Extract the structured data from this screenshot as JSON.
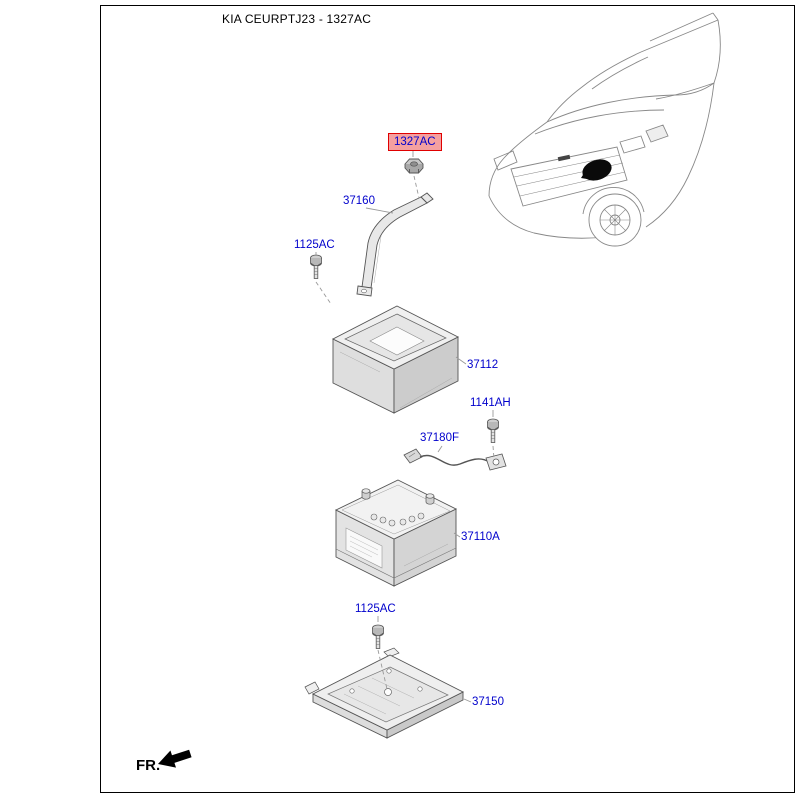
{
  "header": {
    "title": "KIA CEURPTJ23 - 1327AC"
  },
  "footer": {
    "fr_label": "FR."
  },
  "colors": {
    "part_label": "#0000cc",
    "highlight_background": "#f4a0a0",
    "highlight_border": "#e00000",
    "line_art": "#777777",
    "border": "#000000"
  },
  "parts": [
    {
      "code": "1327AC",
      "highlighted": true
    },
    {
      "code": "37160",
      "highlighted": false
    },
    {
      "code": "1125AC",
      "highlighted": false
    },
    {
      "code": "37112",
      "highlighted": false
    },
    {
      "code": "1141AH",
      "highlighted": false
    },
    {
      "code": "37180F",
      "highlighted": false
    },
    {
      "code": "37110A",
      "highlighted": false
    },
    {
      "code": "1125AC",
      "highlighted": false
    },
    {
      "code": "37150",
      "highlighted": false
    }
  ]
}
